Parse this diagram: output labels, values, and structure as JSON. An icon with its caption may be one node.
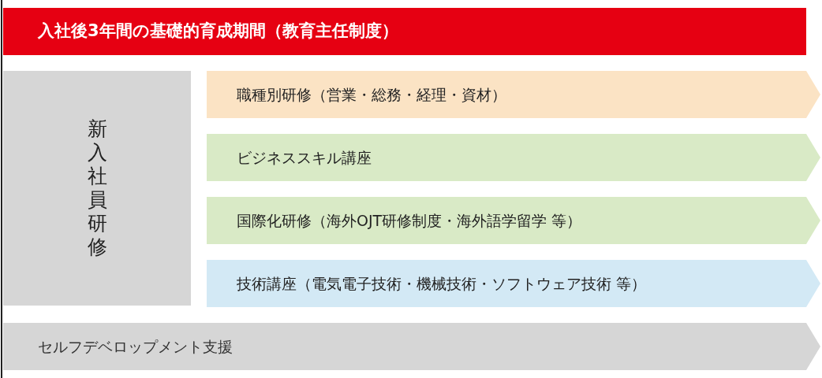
{
  "diagram": {
    "nodes": [
      {
        "text": [
          "入社後3年間の基礎的育成期間（教育主任制度）"
        ]
      },
      {
        "text": [
          "新入社員研修"
        ]
      },
      {
        "text": [
          "職種別研修（営業・総務・経理・資材）"
        ]
      },
      {
        "text": [
          "ビジネススキル講座"
        ]
      },
      {
        "text": [
          "国際化研修（海外OJT研修制度・海外語学留学 等）"
        ]
      },
      {
        "text": [
          "技術講座（電気電子技術・機械技術・ソフトウェア技術 等）"
        ]
      },
      {
        "text": [
          "セルフデベロップメント支援"
        ]
      }
    ]
  }
}
